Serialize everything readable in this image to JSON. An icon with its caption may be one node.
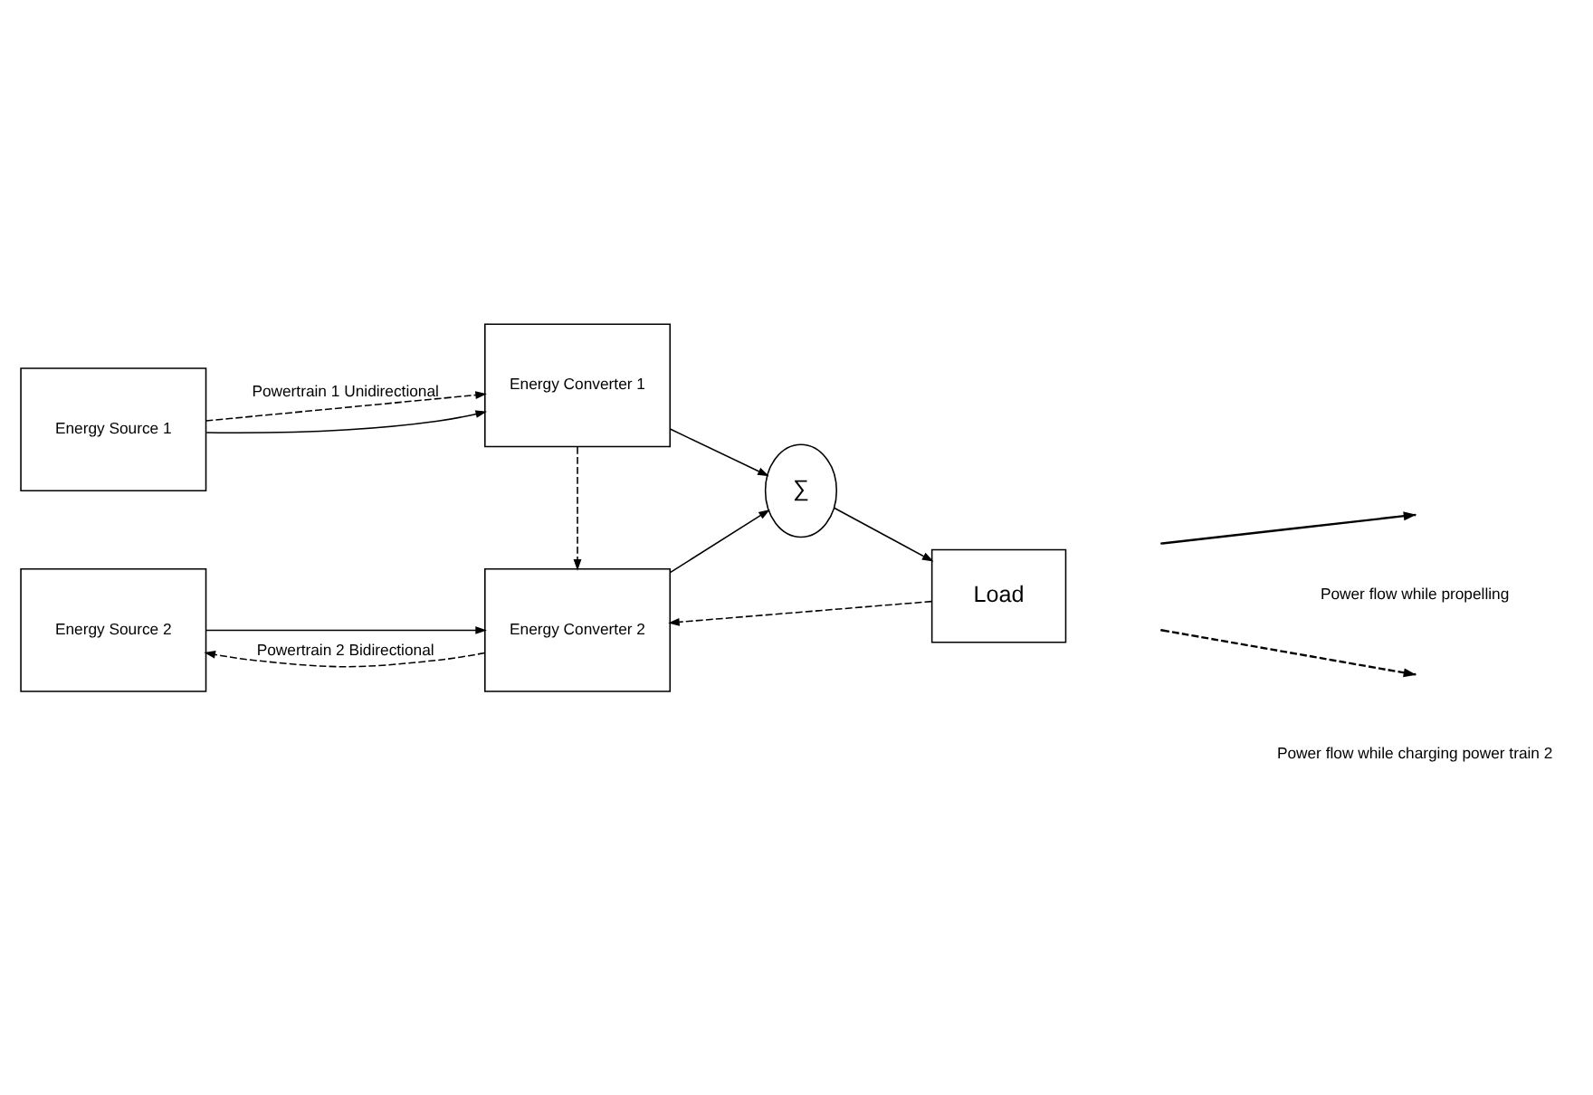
{
  "diagram": {
    "nodes": [
      {
        "text": [
          "Energy Source 1"
        ]
      },
      {
        "text": [
          "Energy Converter 1"
        ]
      },
      {
        "text": [
          "∑"
        ]
      },
      {
        "text": [
          "Load"
        ]
      },
      {
        "text": [
          "Energy Source 2"
        ]
      },
      {
        "text": [
          "Energy Converter 2"
        ]
      }
    ],
    "edges": [
      {
        "from": 0,
        "to": 1,
        "arrow": "to",
        "style": "dashed",
        "label": "Powertrain 1 Unidirectional"
      },
      {
        "from": 0,
        "to": 1,
        "arrow": "to"
      },
      {
        "from": 1,
        "to": 2,
        "arrow": "to"
      },
      {
        "from": 1,
        "to": 5,
        "arrow": "to",
        "style": "dashed"
      },
      {
        "from": 2,
        "to": 3,
        "arrow": "to"
      },
      {
        "from": 4,
        "to": 5,
        "arrow": "to"
      },
      {
        "from": 5,
        "to": 2,
        "arrow": "to"
      },
      {
        "from": 3,
        "to": 5,
        "arrow": "to",
        "style": "dashed"
      },
      {
        "from": 5,
        "to": 4,
        "arrow": "to",
        "style": "dashed",
        "label": "Powertrain 2 Bidirectional"
      }
    ],
    "legend": [
      {
        "text": "Power flow while propelling"
      },
      {
        "text": "Power flow while charging power train 2"
      }
    ]
  }
}
